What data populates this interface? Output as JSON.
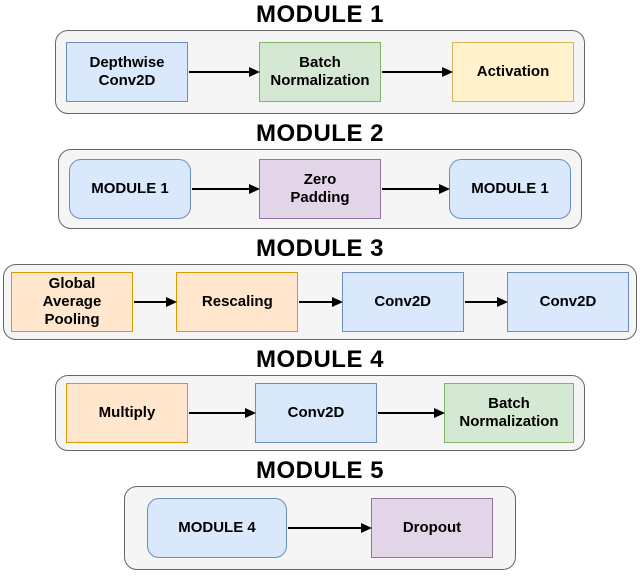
{
  "diagram": {
    "palette": {
      "blue": {
        "fill": "#dae8fc",
        "stroke": "#6c8ebf"
      },
      "green": {
        "fill": "#d5e8d4",
        "stroke": "#82b366"
      },
      "yellow": {
        "fill": "#fff2cc",
        "stroke": "#d6b656"
      },
      "orange": {
        "fill": "#ffe6cc",
        "stroke": "#d79b00"
      },
      "purple": {
        "fill": "#e1d5e7",
        "stroke": "#9673a6"
      },
      "container": {
        "fill": "#f5f5f5",
        "stroke": "#666666"
      },
      "arrow": "#000000",
      "text": "#000000"
    },
    "modules": [
      {
        "title": "MODULE 1",
        "nodes": [
          {
            "label": "Depthwise\nConv2D",
            "color": "blue",
            "shape": "rect"
          },
          {
            "label": "Batch\nNormalization",
            "color": "green",
            "shape": "rect"
          },
          {
            "label": "Activation",
            "color": "yellow",
            "shape": "rect"
          }
        ]
      },
      {
        "title": "MODULE 2",
        "nodes": [
          {
            "label": "MODULE 1",
            "color": "blue",
            "shape": "rounded"
          },
          {
            "label": "Zero\nPadding",
            "color": "purple",
            "shape": "rect"
          },
          {
            "label": "MODULE 1",
            "color": "blue",
            "shape": "rounded"
          }
        ]
      },
      {
        "title": "MODULE 3",
        "nodes": [
          {
            "label": "Global\nAverage\nPooling",
            "color": "orange",
            "shape": "rect"
          },
          {
            "label": "Rescaling",
            "color": "orange",
            "shape": "rect"
          },
          {
            "label": "Conv2D",
            "color": "blue",
            "shape": "rect"
          },
          {
            "label": "Conv2D",
            "color": "blue",
            "shape": "rect"
          }
        ]
      },
      {
        "title": "MODULE 4",
        "nodes": [
          {
            "label": "Multiply",
            "color": "orange",
            "shape": "rect"
          },
          {
            "label": "Conv2D",
            "color": "blue",
            "shape": "rect"
          },
          {
            "label": "Batch\nNormalization",
            "color": "green",
            "shape": "rect"
          }
        ]
      },
      {
        "title": "MODULE 5",
        "nodes": [
          {
            "label": "MODULE 4",
            "color": "blue",
            "shape": "rounded"
          },
          {
            "label": "Dropout",
            "color": "purple",
            "shape": "rect"
          }
        ]
      }
    ]
  }
}
